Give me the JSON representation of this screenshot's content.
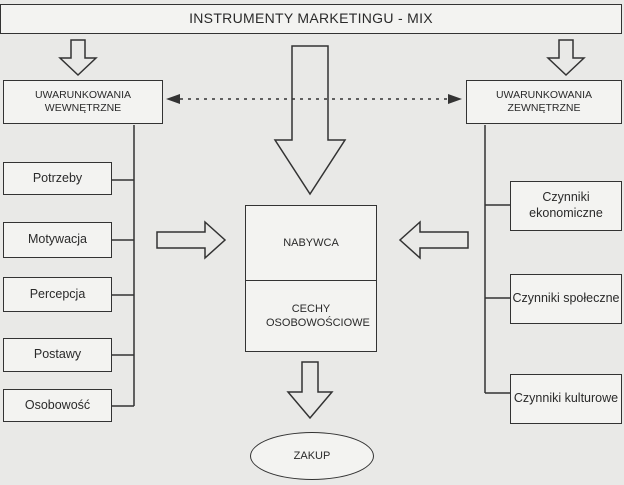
{
  "diagram": {
    "title": "INSTRUMENTY MARKETINGU - MIX",
    "internal_conditions": "UWARUNKOWANIA WEWNĘTRZNE",
    "external_conditions": "UWARUNKOWANIA ZEWNĘTRZNE",
    "internal_factors": [
      "Potrzeby",
      "Motywacja",
      "Percepcja",
      "Postawy",
      "Osobowość"
    ],
    "external_factors": [
      "Czynniki ekonomiczne",
      "Czynniki społeczne",
      "Czynniki kulturowe"
    ],
    "buyer": "NABYWCA",
    "personality_traits": "CECHY OSOBOWOŚCIOWE",
    "purchase": "ZAKUP"
  },
  "colors": {
    "line": "#333333",
    "background": "#e9e9e7",
    "box_fill": "#f3f3f1"
  }
}
